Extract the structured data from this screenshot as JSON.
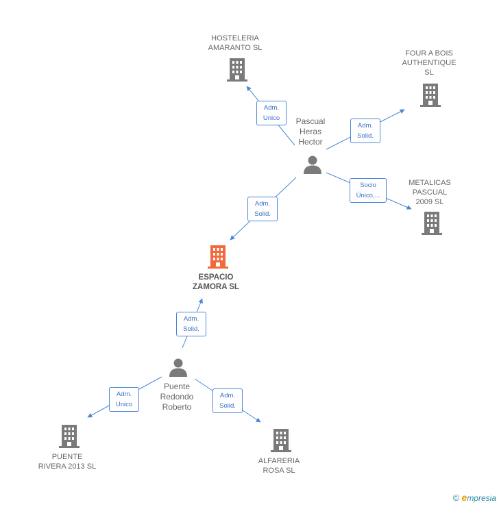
{
  "nodes": {
    "hosteleria": {
      "label": "HOSTELERIA\nAMARANTO SL"
    },
    "four_a_bois": {
      "label": "FOUR A BOIS\nAUTHENTIQUE\nSL"
    },
    "metalicas": {
      "label": "METALICAS\nPASCUAL\n2009 SL"
    },
    "espacio": {
      "label": "ESPACIO\nZAMORA SL"
    },
    "puente_rivera": {
      "label": "PUENTE\nRIVERA 2013 SL"
    },
    "alfareria": {
      "label": "ALFARERIA\nROSA  SL"
    },
    "pascual": {
      "label": "Pascual\nHeras\nHector"
    },
    "puente_redondo": {
      "label": "Puente\nRedondo\nRoberto"
    }
  },
  "edges": {
    "pascual_hosteleria": "Adm.\nUnico",
    "pascual_four": "Adm.\nSolid.",
    "pascual_metalicas": "Socio\nÚnico,...",
    "pascual_espacio": "Adm.\nSolid.",
    "redondo_espacio": "Adm.\nSolid.",
    "redondo_rivera": "Adm.\nUnico",
    "redondo_alfareria": "Adm.\nSolid."
  },
  "colors": {
    "company": "#7a7a7a",
    "company_center": "#f26a3c",
    "person": "#7a7a7a",
    "edge": "#4a86d8"
  },
  "footer": {
    "copyright": "©",
    "brand_initial": "e",
    "brand_rest": "mpresia"
  }
}
